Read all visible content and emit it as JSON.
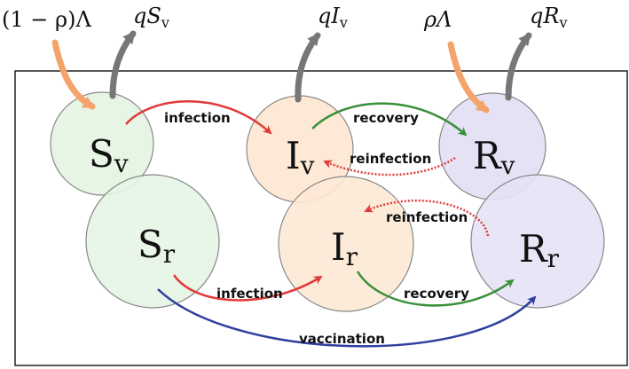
{
  "flows": {
    "inflow_v": {
      "label": "(1 − ρ)Λ",
      "color": "#f4a46a"
    },
    "inflow_r": {
      "label": "ρΛ",
      "color": "#f4a46a"
    },
    "outflow_sv": {
      "label_var": "q",
      "label_main": "S",
      "label_sub": "v",
      "color": "#777777"
    },
    "outflow_iv": {
      "label_var": "q",
      "label_main": "I",
      "label_sub": "v",
      "color": "#777777"
    },
    "outflow_rv": {
      "label_var": "q",
      "label_main": "R",
      "label_sub": "v",
      "color": "#777777"
    }
  },
  "nodes": {
    "sv": {
      "main": "S",
      "sub": "v",
      "fill": "#e6f5e4"
    },
    "sr": {
      "main": "S",
      "sub": "r",
      "fill": "#e6f5e4"
    },
    "iv": {
      "main": "I",
      "sub": "v",
      "fill": "#fde9d5"
    },
    "ir": {
      "main": "I",
      "sub": "r",
      "fill": "#fde9d5"
    },
    "rv": {
      "main": "R",
      "sub": "v",
      "fill": "#e6e2f6"
    },
    "rr": {
      "main": "R",
      "sub": "r",
      "fill": "#e6e2f6"
    }
  },
  "edges": {
    "infection_v": {
      "label": "infection",
      "color": "#e03a3a"
    },
    "infection_r": {
      "label": "infection",
      "color": "#e03a3a"
    },
    "recovery_v": {
      "label": "recovery",
      "color": "#3a8f3a"
    },
    "recovery_r": {
      "label": "recovery",
      "color": "#3a8f3a"
    },
    "reinfection_v": {
      "label": "reinfection",
      "color": "#e03a3a"
    },
    "reinfection_r": {
      "label": "reinfection",
      "color": "#e03a3a"
    },
    "vaccination": {
      "label": "vaccination",
      "color": "#2f3f9e"
    }
  }
}
